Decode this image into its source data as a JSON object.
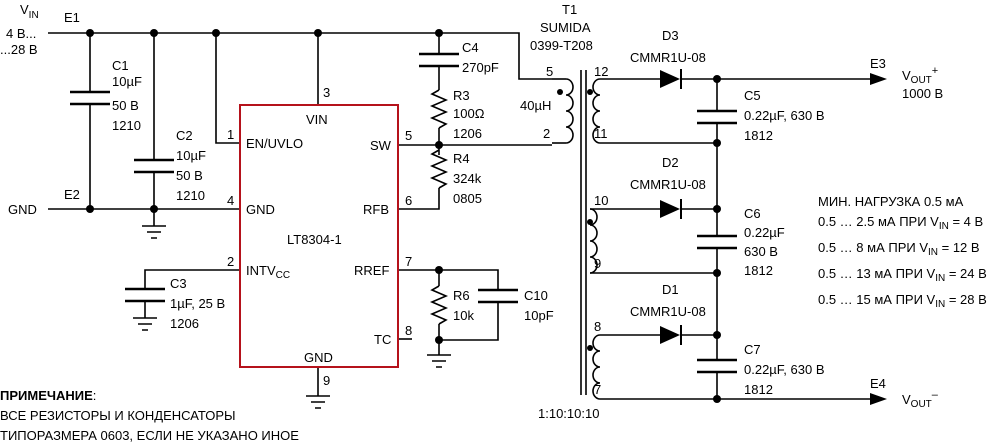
{
  "input": {
    "vin_label": "V",
    "vin_sub": "IN",
    "range_line1": "4 В...",
    "range_line2": "...28 В",
    "node_e1": "E1",
    "node_e2": "E2",
    "gnd_label": "GND"
  },
  "ic": {
    "part": "LT8304-1",
    "pin_vin": "VIN",
    "pin_en": "EN/UVLO",
    "pin_gnd_left": "GND",
    "pin_intv": "INTV",
    "pin_intv_sub": "CC",
    "pin_sw": "SW",
    "pin_rfb": "RFB",
    "pin_rref": "RREF",
    "pin_tc": "TC",
    "pin_gnd_bottom": "GND",
    "pin_numbers": {
      "n1": "1",
      "n2": "2",
      "n3": "3",
      "n4": "4",
      "n5": "5",
      "n6": "6",
      "n7": "7",
      "n8": "8",
      "n9": "9"
    }
  },
  "components": {
    "c1": {
      "ref": "C1",
      "value": "10µF",
      "voltage": "50 В",
      "size": "1210"
    },
    "c2": {
      "ref": "C2",
      "value": "10µF",
      "voltage": "50 В",
      "size": "1210"
    },
    "c3": {
      "ref": "C3",
      "value": "1µF, 25 В",
      "size": "1206"
    },
    "c4": {
      "ref": "C4",
      "value": "270pF"
    },
    "r3": {
      "ref": "R3",
      "value": "100Ω",
      "size": "1206"
    },
    "r4": {
      "ref": "R4",
      "value": "324k",
      "size": "0805"
    },
    "r6": {
      "ref": "R6",
      "value": "10k"
    },
    "c10": {
      "ref": "C10",
      "value": "10pF"
    },
    "c5": {
      "ref": "C5",
      "value": "0.22µF, 630 В",
      "size": "1812"
    },
    "c6": {
      "ref": "C6",
      "value": "0.22µF",
      "voltage": "630 В",
      "size": "1812"
    },
    "c7": {
      "ref": "C7",
      "value": "0.22µF, 630 В",
      "size": "1812"
    },
    "d1": {
      "ref": "D1",
      "part": "CMMR1U-08"
    },
    "d2": {
      "ref": "D2",
      "part": "CMMR1U-08"
    },
    "d3": {
      "ref": "D3",
      "part": "CMMR1U-08"
    }
  },
  "transformer": {
    "ref": "T1",
    "maker": "SUMIDA",
    "part": "0399-T208",
    "inductance": "40µH",
    "ratio": "1:10:10:10",
    "pins": {
      "p5": "5",
      "p2": "2",
      "p12": "12",
      "p11": "11",
      "p10": "10",
      "p9": "9",
      "p8": "8",
      "p7": "7"
    }
  },
  "output": {
    "node_e3": "E3",
    "node_e4": "E4",
    "vout_plus": "V",
    "vout_plus_sub": "OUT",
    "vout_plus_sign": "+",
    "vout_voltage": "1000 В",
    "vout_minus": "V",
    "vout_minus_sub": "OUT",
    "vout_minus_sign": "–"
  },
  "load_notes": {
    "title": "МИН. НАГРУЗКА 0.5 мА",
    "rows": [
      {
        "range": "0.5 … 2.5 мА ПРИ V",
        "sub": "IN",
        "value": " = 4 В"
      },
      {
        "range": "0.5 … 8 мА ПРИ V",
        "sub": "IN",
        "value": " = 12 В"
      },
      {
        "range": "0.5 … 13 мА ПРИ V",
        "sub": "IN",
        "value": " = 24 В"
      },
      {
        "range": "0.5 … 15 мА ПРИ V",
        "sub": "IN",
        "value": " = 28 В"
      }
    ]
  },
  "note": {
    "heading": "ПРИМЕЧАНИЕ",
    "colon": ":",
    "line1": "ВСЕ РЕЗИСТОРЫ И КОНДЕНСАТОРЫ",
    "line2": "ТИПОРАЗМЕРА 0603, ЕСЛИ НЕ УКАЗАНО ИНОЕ"
  }
}
